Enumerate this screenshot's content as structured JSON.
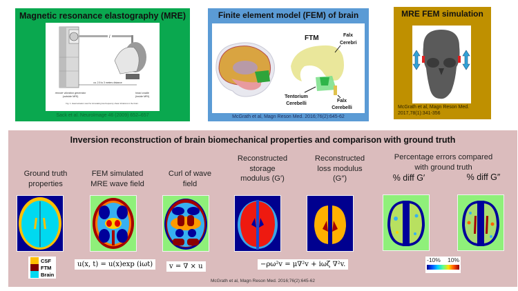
{
  "panels": {
    "mre": {
      "title": "Magnetic resonance elastography (MRE)",
      "color": "#0aa84f",
      "figure": {
        "distance_label": "ca. 2.5 to 3 meters distance",
        "left_caption_1": "remote vibration generator",
        "left_caption_2": "(outside MRI)",
        "right_caption_1": "head cradle",
        "right_caption_2": "(inside MRI)",
        "fig_caption": "Fig. 1. Head actuator used for stimulating low-frequency shear vibrations in the brain.",
        "rod_label": "l"
      },
      "citation": "Sack et al. NeuroImage  46 (2009) 652–657"
    },
    "fem": {
      "title": "Finite element model (FEM) of brain",
      "color": "#5b9bd5",
      "labels": {
        "ftm": "FTM",
        "falx_cerebri_1": "Falx",
        "falx_cerebri_2": "Cerebri",
        "tentorium_1": "Tentorium",
        "tentorium_2": "Cerebelli",
        "falx_cerebelli_1": "Falx",
        "falx_cerebelli_2": "Cerebelli"
      },
      "citation": "McGrath et al, Magn Reson Med. 2016;76(2):645-62"
    },
    "sim": {
      "title": "MRE FEM simulation",
      "color": "#bf9000",
      "citation_1": "McGrath et al, Magn Reson Med.",
      "citation_2": "2017,78(1):341-356"
    }
  },
  "bottom": {
    "title": "Inversion reconstruction of brain biomechanical properties and comparison with ground truth",
    "background": "#dbbcbd",
    "columns": [
      {
        "line1": "Ground truth",
        "line2": "properties",
        "line3": ""
      },
      {
        "line1": "FEM simulated",
        "line2": "MRE wave field",
        "line3": ""
      },
      {
        "line1": "Curl of wave",
        "line2": "field",
        "line3": ""
      },
      {
        "line1": "Reconstructed",
        "line2": "storage",
        "line3": "modulus (G′)"
      },
      {
        "line1": "Reconstructed",
        "line2": "loss modulus",
        "line3": "(G″)"
      }
    ],
    "errors": {
      "heading_1": "Percentage errors compared",
      "heading_2": "with ground truth",
      "diff_g1": "% diff G′",
      "diff_g2": "% diff G″"
    },
    "legend": [
      {
        "label": "CSF",
        "color": "#ffc000"
      },
      {
        "label": "FTM",
        "color": "#7f0000"
      },
      {
        "label": "Brain",
        "color": "#00d9f0"
      }
    ],
    "formulas": {
      "wave": "u(x, t) = u(x)exp (iωt)",
      "curl": "v = ∇ × u",
      "inversion": "−ρω²v = μ∇²v + iωζ ∇²v."
    },
    "colorbar": {
      "min_label": "-10%",
      "max_label": "10%"
    },
    "citation": "McGrath et al, Magn Reson Med. 2016;76(2):645-62"
  }
}
